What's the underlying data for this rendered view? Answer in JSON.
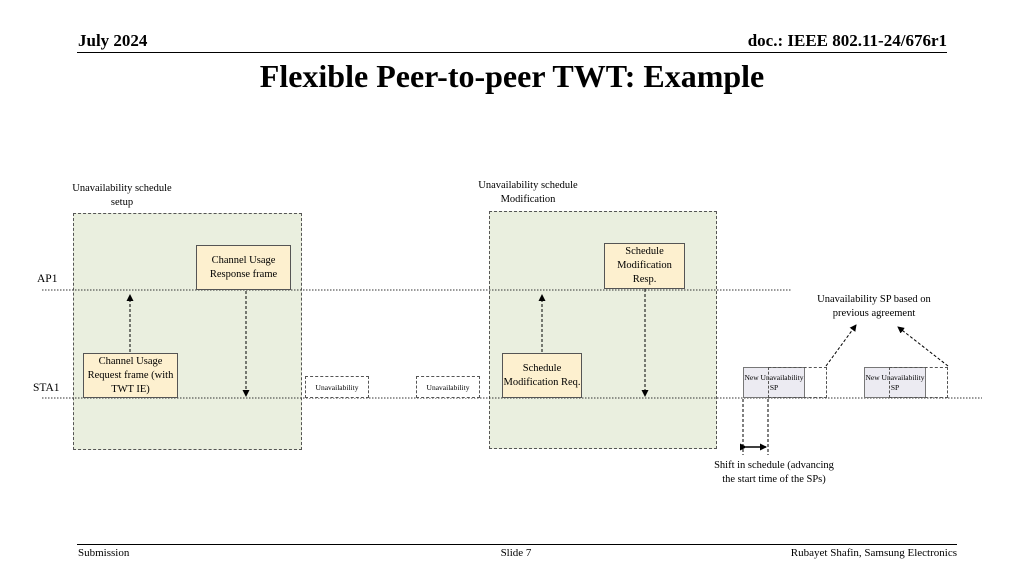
{
  "header": {
    "date": "July 2024",
    "doc": "doc.: IEEE 802.11-24/676r1"
  },
  "title": "Flexible Peer-to-peer TWT: Example",
  "axes": {
    "ap": "AP1",
    "sta": "STA1"
  },
  "groups": {
    "setup_caption": "Unavailability schedule setup",
    "modification_caption": "Unavailability schedule Modification"
  },
  "frames": {
    "cu_request": "Channel Usage Request frame (with TWT IE)",
    "cu_response": "Channel Usage Response frame",
    "sm_request": "Schedule Modification Req.",
    "sm_response": "Schedule Modification Resp."
  },
  "unavailability": {
    "first": "Unavailability",
    "second": "Unavailability"
  },
  "new_sp": {
    "first": "New Unavailability SP",
    "second": "New Unavailability SP"
  },
  "annotations": {
    "previous": "Unavailability SP based on previous agreement",
    "shift": "Shift in schedule (advancing the start time of the SPs)"
  },
  "footer": {
    "left": "Submission",
    "center": "Slide 7",
    "right": "Rubayet Shafin, Samsung Electronics"
  },
  "colors": {
    "group_fill": "#eaefdf",
    "frame_fill": "#fdf0cf",
    "new_sp_fill": "#ecebf2"
  }
}
